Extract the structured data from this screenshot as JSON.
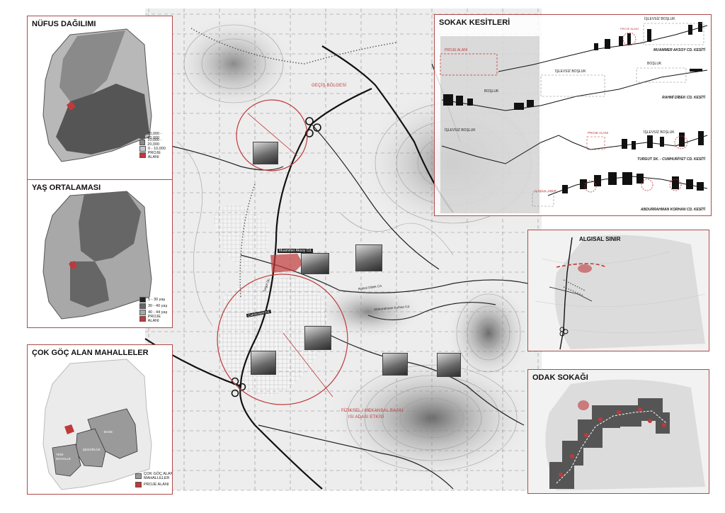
{
  "main_map": {
    "labels": {
      "transition_zone": "GEÇİŞ BÖLGESİ",
      "pressure_1": "FİZİKSEL / MEKANSAL BASKI",
      "pressure_2": "ISI ADASI ETKİSİ"
    },
    "street_labels": [
      "Muammer Aksoy Cd.",
      "Rahmi Dibek Cd.",
      "Cumhuriyet Cd.",
      "Turgut Sk.",
      "Abdurrahman Korhan Cd."
    ],
    "accent_color": "#c0393b"
  },
  "nufus": {
    "title": "NÜFUS DAĞILIMI",
    "legend": [
      "20,000 - 40,000",
      "10,000 - 20,000",
      "0 - 10,000",
      "PROJE ALANI"
    ],
    "legend_colors": [
      "#555555",
      "#8a8a8a",
      "#c8c8c8",
      "#c0393b"
    ]
  },
  "yas": {
    "title": "YAŞ ORTALAMASI",
    "legend": [
      "5 - 30 yaş",
      "30 - 40 yaş",
      "40 - 44 yaş",
      "PROJE ALANI"
    ],
    "legend_colors": [
      "#222222",
      "#666666",
      "#a8a8a8",
      "#c0393b"
    ]
  },
  "goc": {
    "title": "ÇOK GÖÇ ALAN MAHALLELER",
    "districts": [
      "BASE",
      "ŞEGÜRLÜK",
      "YENİ MAHALLE"
    ],
    "legend": [
      "ÇOK GÖÇ ALAN MAHALLELER",
      "PROJE ALANI"
    ],
    "legend_colors": [
      "#9a9a9a",
      "#c0393b"
    ]
  },
  "sokak": {
    "title": "SOKAK KESİTLERİ",
    "left_labels": {
      "proje": "PROJE ALANI",
      "bosluk": "BOŞLUK",
      "islevsiz": "İŞLEVSİZ BOŞLUK"
    },
    "sections": [
      {
        "caption": "MUAMMER AKSOY CD. KESİTİ",
        "box_label": "İŞLEVSİZ BOŞLUK",
        "red_label": "PROJE ALANI"
      },
      {
        "caption": "RAHMİ DİBEK CD. KESİTİ",
        "box_label": "İŞLEVSİZ BOŞLUK",
        "extra_label": "BOŞLUK",
        "small_label": "BOŞLUK"
      },
      {
        "caption": "TURGUT SK. - CUMHURİYET CD. KESİTİ",
        "box_label": "İŞLEVSİZ BOŞLUK",
        "red_label": "PROJE ALANI"
      },
      {
        "caption": "ABDURRAHMAN KORHAN CD. KESİTİ",
        "red_label": "ALGISAL SINIR"
      }
    ]
  },
  "algisal": {
    "title": "ALGISAL SINIR"
  },
  "odak": {
    "title": "ODAK SOKAĞI"
  }
}
